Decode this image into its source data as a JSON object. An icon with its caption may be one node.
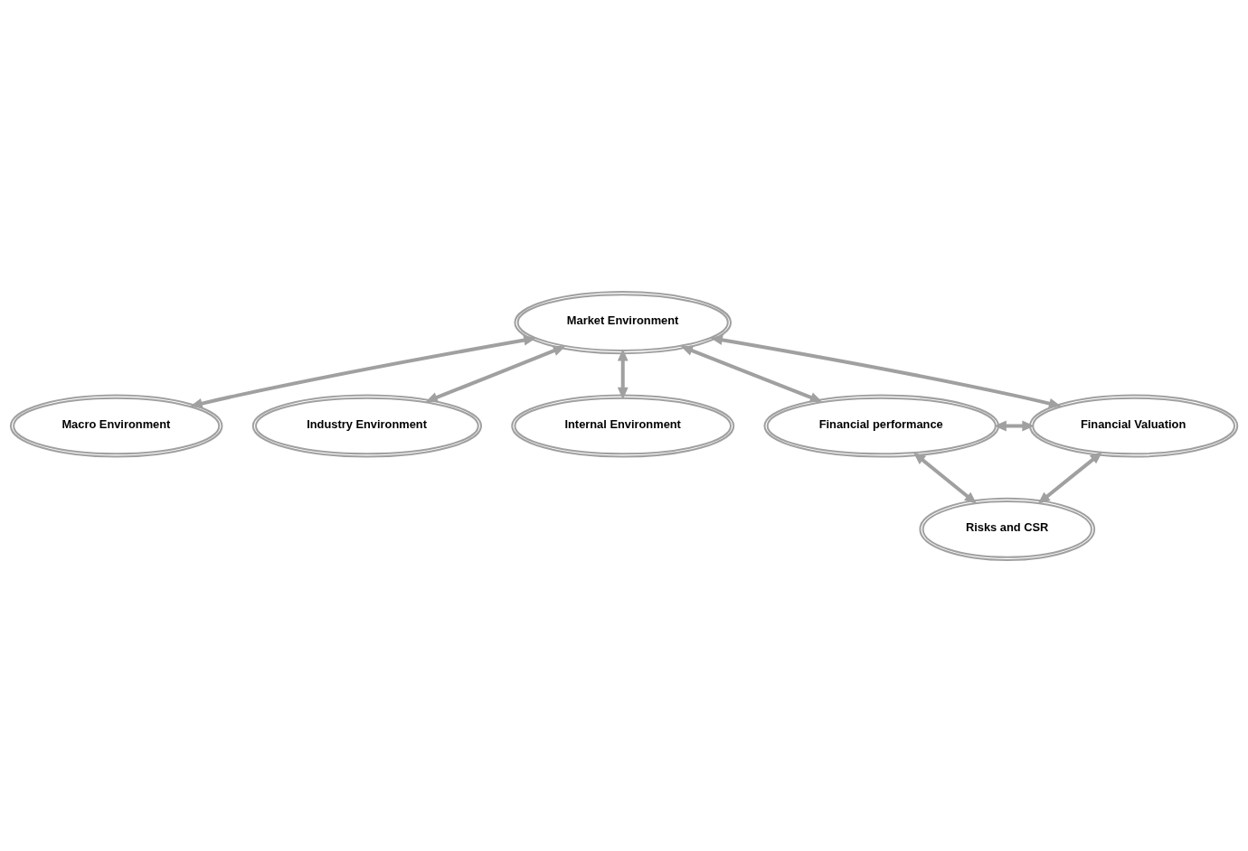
{
  "diagram": {
    "nodes": [
      {
        "text": [
          "Market Environment"
        ]
      },
      {
        "text": [
          "Macro Environment"
        ]
      },
      {
        "text": [
          "Industry Environment"
        ]
      },
      {
        "text": [
          "Internal Environment"
        ]
      },
      {
        "text": [
          "Financial performance"
        ]
      },
      {
        "text": [
          "Financial Valuation"
        ]
      },
      {
        "text": [
          "Risks and CSR"
        ]
      }
    ],
    "edges": [
      {
        "from": 0,
        "to": 1,
        "arrow": "both"
      },
      {
        "from": 0,
        "to": 2,
        "arrow": "both"
      },
      {
        "from": 0,
        "to": 3,
        "arrow": "both"
      },
      {
        "from": 0,
        "to": 4,
        "arrow": "both"
      },
      {
        "from": 0,
        "to": 5,
        "arrow": "both"
      },
      {
        "from": 4,
        "to": 5,
        "arrow": "both"
      },
      {
        "from": 4,
        "to": 6,
        "arrow": "both"
      },
      {
        "from": 6,
        "to": 5,
        "arrow": "both"
      }
    ]
  }
}
